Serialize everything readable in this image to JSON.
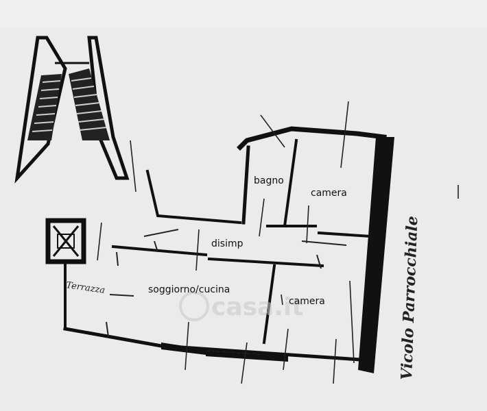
{
  "rooms": {
    "bagno": "bagno",
    "camera_top": "camera",
    "disimp": "disimp",
    "soggiorno": "soggiorno/cucina",
    "camera_bottom": "camera"
  },
  "street_label": "Vicolo Parrocchiale",
  "terrace_label": "Terrazza",
  "watermark": "casa.it",
  "colors": {
    "ink": "#111111",
    "paper": "#e9e9e7",
    "watermark": "#c8c8c8"
  }
}
